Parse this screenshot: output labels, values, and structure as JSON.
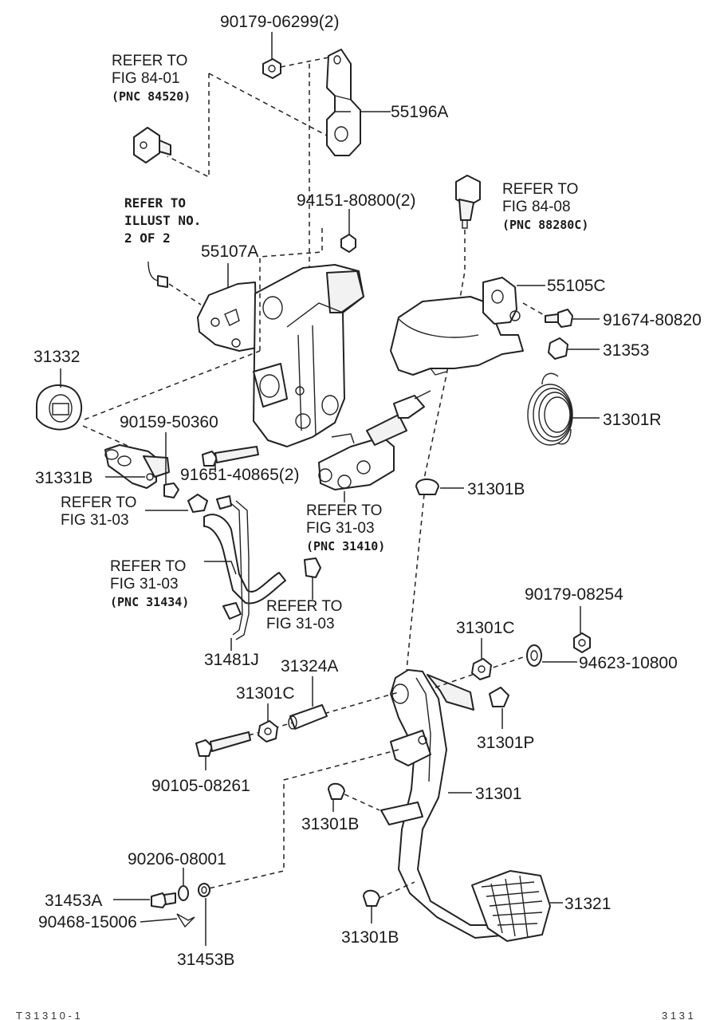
{
  "labels": {
    "p90179_06299": "90179-06299(2)",
    "p55196A": "55196A",
    "p94151_80800": "94151-80800(2)",
    "p55107A": "55107A",
    "p55105C": "55105C",
    "p91674_80820": "91674-80820",
    "p31353": "31353",
    "p31301R": "31301R",
    "p31332": "31332",
    "p90159_50360": "90159-50360",
    "p31331B": "31331B",
    "p91651_40865": "91651-40865(2)",
    "p31301B_a": "31301B",
    "p31481J": "31481J",
    "p31324A": "31324A",
    "p31301C_a": "31301C",
    "p31301C_b": "31301C",
    "p90179_08254": "90179-08254",
    "p94623_10800": "94623-10800",
    "p31301P": "31301P",
    "p90105_08261": "90105-08261",
    "p31301": "31301",
    "p31301B_b": "31301B",
    "p90206_08001": "90206-08001",
    "p31453A": "31453A",
    "p90468_15006": "90468-15006",
    "p31453B": "31453B",
    "p31321": "31321",
    "p31301B_c": "31301B"
  },
  "refs": {
    "r8401": {
      "l1": "REFER TO",
      "l2": "FIG 84-01",
      "pnc": "(PNC 84520)"
    },
    "r8408": {
      "l1": "REFER TO",
      "l2": "FIG 84-08",
      "pnc": "(PNC 88280C)"
    },
    "illust": {
      "l1": "REFER TO",
      "l2": "ILLUST NO.",
      "l3": "2 OF 2"
    },
    "r3103a": {
      "l1": "REFER TO",
      "l2": "FIG 31-03"
    },
    "r3103b": {
      "l1": "REFER TO",
      "l2": "FIG 31-03",
      "pnc": "(PNC 31410)"
    },
    "r3103c": {
      "l1": "REFER TO",
      "l2": "FIG 31-03",
      "pnc": "(PNC 31434)"
    },
    "r3103d": {
      "l1": "REFER TO",
      "l2": "FIG 31-03"
    }
  }
}
